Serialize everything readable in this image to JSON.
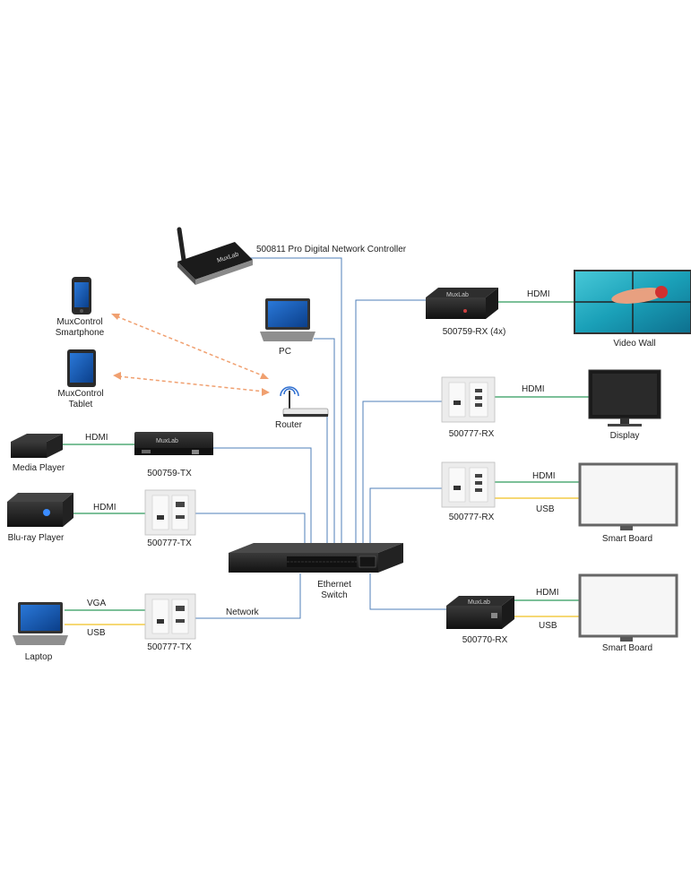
{
  "colors": {
    "network_line": "#4f7fb8",
    "hdmi_line": "#2e9a5c",
    "usb_line": "#f0c020",
    "wireless_line": "#f0a070"
  },
  "labels": {
    "controller": "500811 Pro Digital Network Controller",
    "smartphone": "MuxControl\nSmartphone",
    "tablet": "MuxControl\nTablet",
    "pc": "PC",
    "router": "Router",
    "media_player": "Media Player",
    "bluray_player": "Blu-ray Player",
    "laptop": "Laptop",
    "tx_500759": "500759-TX",
    "tx_500777_a": "500777-TX",
    "tx_500777_b": "500777-TX",
    "switch": "Ethernet\nSwitch",
    "rx_500759": "500759-RX  (4x)",
    "rx_500777_a": "500777-RX",
    "rx_500777_b": "500777-RX",
    "rx_500770": "500770-RX",
    "video_wall": "Video Wall",
    "display": "Display",
    "smart_board_a": "Smart Board",
    "smart_board_b": "Smart Board",
    "device_brand": "MuxLab"
  },
  "links": {
    "hdmi_media": "HDMI",
    "hdmi_bluray": "HDMI",
    "vga_laptop": "VGA",
    "usb_laptop": "USB",
    "network": "Network",
    "hdmi_wall": "HDMI",
    "hdmi_display": "HDMI",
    "hdmi_board_a": "HDMI",
    "usb_board_a": "USB",
    "hdmi_board_b": "HDMI",
    "usb_board_b": "USB"
  },
  "icons": [
    "wifi-antenna-icon",
    "smartphone-icon",
    "tablet-icon",
    "laptop-icon"
  ]
}
